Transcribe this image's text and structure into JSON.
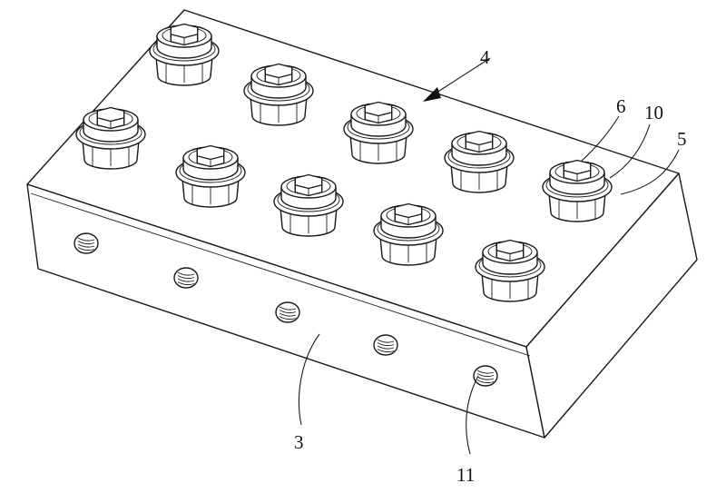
{
  "labels": {
    "block_top": "4",
    "block_front": "3",
    "screw_head": "6",
    "collar": "10",
    "cap": "5",
    "threaded_hole": "11"
  }
}
